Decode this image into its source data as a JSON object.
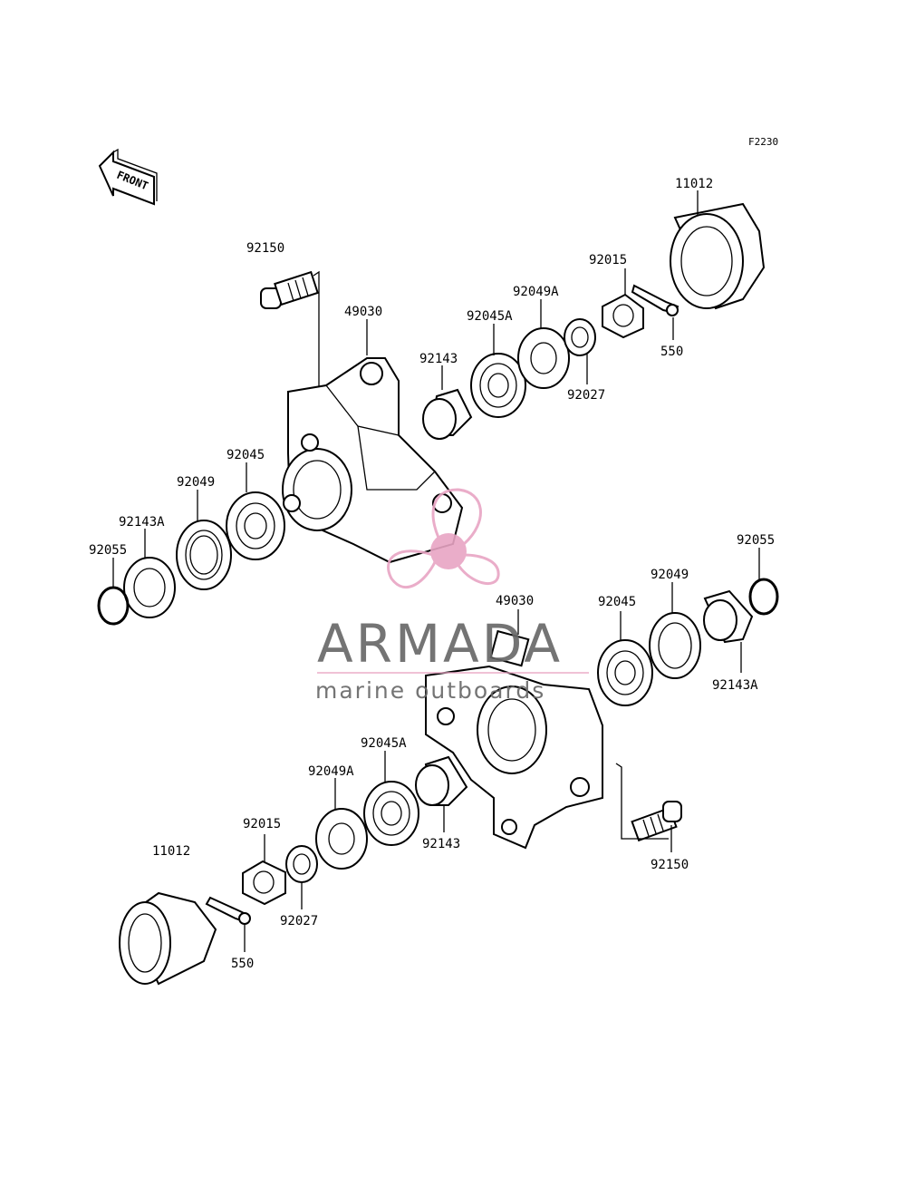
{
  "diagram": {
    "ref_code": "F2230",
    "front_label": "FRONT",
    "upper_assembly": {
      "labels": {
        "p92150": "92150",
        "p49030": "49030",
        "p92143": "92143",
        "p92045A": "92045A",
        "p92049A": "92049A",
        "p92015": "92015",
        "p11012": "11012",
        "p550": "550",
        "p92027": "92027",
        "p92045": "92045",
        "p92049": "92049",
        "p92143A": "92143A",
        "p92055": "92055"
      }
    },
    "lower_assembly": {
      "labels": {
        "p92055": "92055",
        "p92049": "92049",
        "p92045": "92045",
        "p49030": "49030",
        "p92143A": "92143A",
        "p92045A": "92045A",
        "p92049A": "92049A",
        "p92015": "92015",
        "p11012": "11012",
        "p92143": "92143",
        "p92150": "92150",
        "p92027": "92027",
        "p550": "550"
      }
    }
  },
  "watermark": {
    "title": "ARMADA",
    "subtitle": "marine outboards",
    "color": "#e8a5c4"
  }
}
